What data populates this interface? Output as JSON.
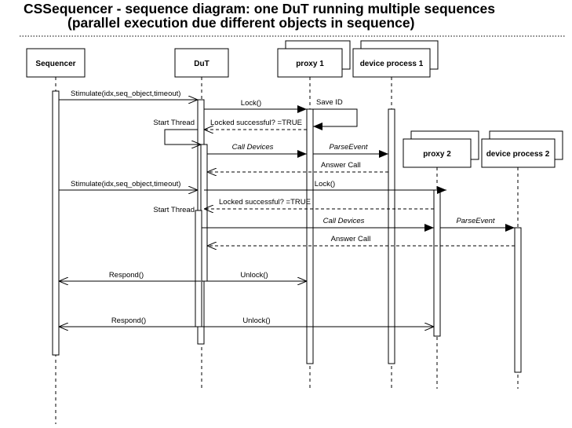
{
  "title": {
    "line1": "CSSequencer - sequence diagram: one DuT running multiple sequences",
    "line2": "(parallel execution due different objects in sequence)"
  },
  "participants": {
    "sequencer": "Sequencer",
    "dut": "DuT",
    "proxy1": "proxy 1",
    "device1": "device process 1",
    "proxy2": "proxy 2",
    "device2": "device process 2"
  },
  "messages": {
    "stimulate1": "Stimulate(idx,seq_object,timeout)",
    "lock1": "Lock()",
    "save_id": "Save ID",
    "start_thread1": "Start Thread",
    "locked1": "Locked successful? =TRUE",
    "call_devices1": "Call Devices",
    "parse_event1": "ParseEvent",
    "answer_call1": "Answer Call",
    "stimulate2": "Stimulate(idx,seq_object,timeout)",
    "lock2": "Lock()",
    "start_thread2": "Start Thread",
    "locked2": "Locked successful? =TRUE",
    "call_devices2": "Call Devices",
    "parse_event2": "ParseEvent",
    "answer_call2": "Answer Call",
    "respond1": "Respond()",
    "unlock1": "Unlock()",
    "respond2": "Respond()",
    "unlock2": "Unlock()"
  }
}
